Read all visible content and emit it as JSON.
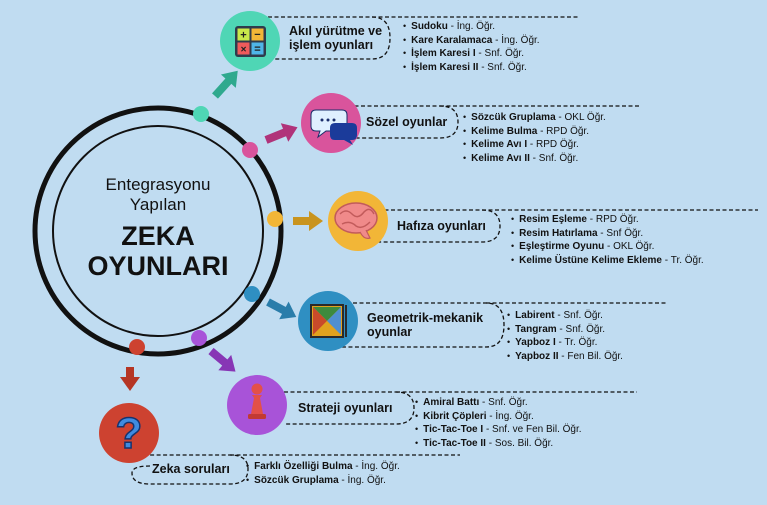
{
  "center": {
    "line1": "Entegrasyonu",
    "line2": "Yapılan",
    "line3": "ZEKA",
    "line4": "OYUNLARI"
  },
  "colors": {
    "background": "#c0dcf1",
    "logic": "#4fd6b5",
    "verbal": "#d9549c",
    "memory": "#f2b637",
    "geometric": "#2f8fc2",
    "strategy": "#a853d8",
    "questions": "#cd4230"
  },
  "branches": [
    {
      "key": "logic",
      "label": "Akıl yürütme ve işlem oyunları",
      "label_line1": "Akıl yürütme ve",
      "label_line2": "işlem oyunları",
      "icon": "calculator-icon",
      "items": [
        {
          "name": "Sudoku",
          "who": " - İng. Öğr."
        },
        {
          "name": "Kare Karalamaca",
          "who": " - İng. Öğr."
        },
        {
          "name": "İşlem Karesi I",
          "who": " - Snf. Öğr."
        },
        {
          "name": "İşlem Karesi II",
          "who": " -  Snf. Öğr."
        }
      ]
    },
    {
      "key": "verbal",
      "label": "Sözel oyunlar",
      "icon": "speech-bubbles-icon",
      "items": [
        {
          "name": "Sözcük Gruplama",
          "who": " - OKL Öğr."
        },
        {
          "name": "Kelime Bulma",
          "who": " - RPD Öğr."
        },
        {
          "name": "Kelime Avı I",
          "who": " - RPD Öğr."
        },
        {
          "name": "Kelime Avı II",
          "who": " - Snf. Öğr."
        }
      ]
    },
    {
      "key": "memory",
      "label": "Hafıza oyunları",
      "icon": "brain-icon",
      "items": [
        {
          "name": "Resim Eşleme",
          "who": " - RPD Öğr."
        },
        {
          "name": "Resim Hatırlama",
          "who": " - Snf Öğr."
        },
        {
          "name": "Eşleştirme Oyunu",
          "who": " - OKL Öğr."
        },
        {
          "name": "Kelime Üstüne Kelime Ekleme",
          "who": " - Tr. Öğr."
        }
      ]
    },
    {
      "key": "geometric",
      "label": "Geometrik-mekanik oyunlar",
      "label_line1": "Geometrik-mekanik",
      "label_line2": "oyunlar",
      "icon": "tangram-icon",
      "items": [
        {
          "name": "Labirent",
          "who": " - Snf. Öğr."
        },
        {
          "name": "Tangram",
          "who": " - Snf. Öğr."
        },
        {
          "name": "Yapboz I",
          "who": " - Tr. Öğr."
        },
        {
          "name": "Yapboz II",
          "who": " - Fen Bil. Öğr."
        }
      ]
    },
    {
      "key": "strategy",
      "label": "Strateji oyunları",
      "icon": "chess-pawn-icon",
      "items": [
        {
          "name": "Amiral Battı",
          "who": " - Snf. Öğr."
        },
        {
          "name": "Kibrit Çöpleri",
          "who": " -  İng. Öğr."
        },
        {
          "name": "Tic-Tac-Toe I",
          "who": " - Snf. ve Fen Bil. Öğr."
        },
        {
          "name": "Tic-Tac-Toe II",
          "who": " - Sos. Bil. Öğr."
        }
      ]
    },
    {
      "key": "questions",
      "label": "Zeka soruları",
      "icon": "question-mark-icon",
      "items": [
        {
          "name": "Farklı Özelliği Bulma",
          "who": " - İng. Öğr."
        },
        {
          "name": "Sözcük Gruplama",
          "who": " - İng. Öğr."
        }
      ]
    }
  ]
}
